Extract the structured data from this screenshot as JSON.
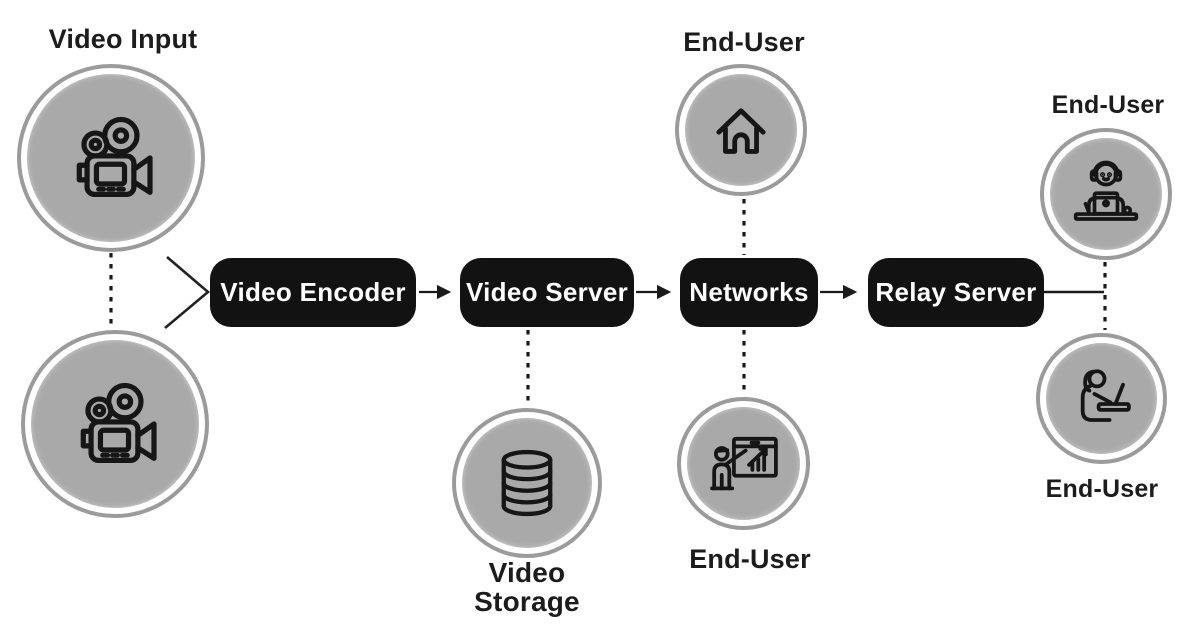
{
  "colors": {
    "background": "#ffffff",
    "node_fill": "#a9a9a9",
    "node_ring": "#9b9b9b",
    "box_background": "#121212",
    "box_text": "#ffffff",
    "label_text": "#1c1c1c",
    "line": "#1a1a1a"
  },
  "labels": {
    "video_input": "Video Input",
    "end_user": "End-User",
    "video_storage": [
      "Video",
      "Storage"
    ]
  },
  "pipeline": [
    {
      "id": "video-encoder",
      "label": "Video Encoder"
    },
    {
      "id": "video-server",
      "label": "Video Server"
    },
    {
      "id": "networks",
      "label": "Networks"
    },
    {
      "id": "relay-server",
      "label": "Relay Server"
    }
  ],
  "icons": {
    "video_input_1": "video-camera-icon",
    "video_input_2": "video-camera-icon",
    "video_storage": "database-icon",
    "end_user_home": "home-icon",
    "end_user_presenter": "presentation-chart-icon",
    "end_user_desk": "headset-laptop-user-icon",
    "end_user_seated": "seated-laptop-user-icon"
  }
}
